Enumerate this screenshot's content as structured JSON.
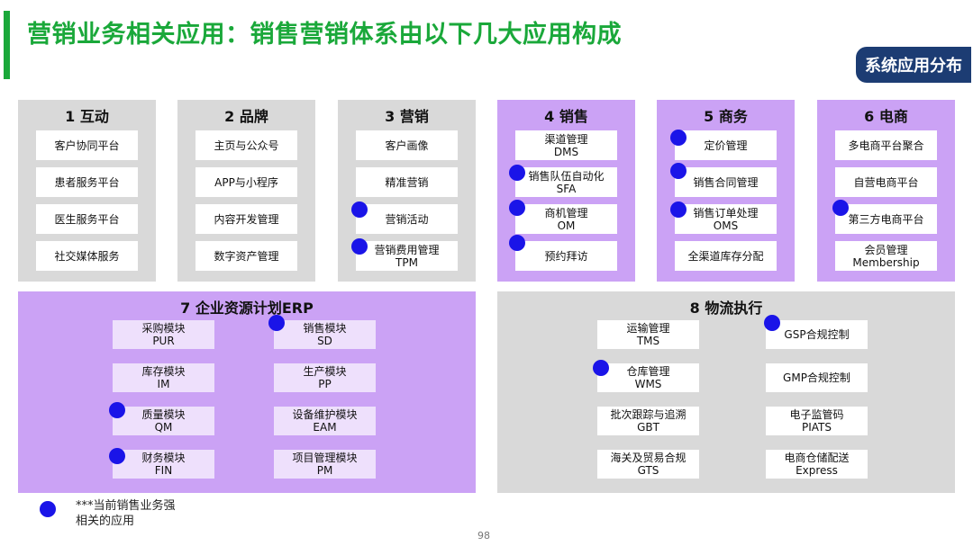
{
  "title": "营销业务相关应用：销售营销体系由以下几大应用构成",
  "badge": "系统应用分布",
  "colors": {
    "title_green": "#1aa83a",
    "badge_navy": "#1c3c73",
    "panel_gray": "#d9d9d9",
    "panel_purple": "#cba2f5",
    "dot_blue": "#1a14e8"
  },
  "panels": {
    "interaction": {
      "title": "1 互动",
      "items": [
        {
          "line1": "客户协同平台",
          "line2": ""
        },
        {
          "line1": "患者服务平台",
          "line2": ""
        },
        {
          "line1": "医生服务平台",
          "line2": ""
        },
        {
          "line1": "社交媒体服务",
          "line2": ""
        }
      ]
    },
    "brand": {
      "title": "2 品牌",
      "items": [
        {
          "line1": "主页与公众号",
          "line2": ""
        },
        {
          "line1": "APP与小程序",
          "line2": ""
        },
        {
          "line1": "内容开发管理",
          "line2": ""
        },
        {
          "line1": "数字资产管理",
          "line2": ""
        }
      ]
    },
    "marketing": {
      "title": "3 营销",
      "items": [
        {
          "line1": "客户画像",
          "line2": ""
        },
        {
          "line1": "精准营销",
          "line2": ""
        },
        {
          "line1": "营销活动",
          "line2": ""
        },
        {
          "line1": "营销费用管理",
          "line2": "TPM"
        }
      ]
    },
    "sales": {
      "title": "4 销售",
      "items": [
        {
          "line1": "渠道管理",
          "line2": "DMS"
        },
        {
          "line1": "销售队伍自动化",
          "line2": "SFA"
        },
        {
          "line1": "商机管理",
          "line2": "OM"
        },
        {
          "line1": "预约拜访",
          "line2": ""
        }
      ]
    },
    "commerce": {
      "title": "5 商务",
      "items": [
        {
          "line1": "定价管理",
          "line2": ""
        },
        {
          "line1": "销售合同管理",
          "line2": ""
        },
        {
          "line1": "销售订单处理",
          "line2": "OMS"
        },
        {
          "line1": "全渠道库存分配",
          "line2": ""
        }
      ]
    },
    "ecommerce": {
      "title": "6 电商",
      "items": [
        {
          "line1": "多电商平台聚合",
          "line2": ""
        },
        {
          "line1": "自营电商平台",
          "line2": ""
        },
        {
          "line1": "第三方电商平台",
          "line2": ""
        },
        {
          "line1": "会员管理",
          "line2": "Membership"
        }
      ]
    },
    "erp": {
      "title": "7 企业资源计划ERP",
      "items": [
        {
          "line1": "采购模块",
          "line2": "PUR"
        },
        {
          "line1": "销售模块",
          "line2": "SD"
        },
        {
          "line1": "库存模块",
          "line2": "IM"
        },
        {
          "line1": "生产模块",
          "line2": "PP"
        },
        {
          "line1": "质量模块",
          "line2": "QM"
        },
        {
          "line1": "设备维护模块",
          "line2": "EAM"
        },
        {
          "line1": "财务模块",
          "line2": "FIN"
        },
        {
          "line1": "项目管理模块",
          "line2": "PM"
        }
      ]
    },
    "logistics": {
      "title": "8 物流执行",
      "items": [
        {
          "line1": "运输管理",
          "line2": "TMS"
        },
        {
          "line1": "GSP合规控制",
          "line2": ""
        },
        {
          "line1": "仓库管理",
          "line2": "WMS"
        },
        {
          "line1": "GMP合规控制",
          "line2": ""
        },
        {
          "line1": "批次跟踪与追溯",
          "line2": "GBT"
        },
        {
          "line1": "电子监管码",
          "line2": "PIATS"
        },
        {
          "line1": "海关及贸易合规",
          "line2": "GTS"
        },
        {
          "line1": "电商仓储配送",
          "line2": "Express"
        }
      ]
    }
  },
  "legend": {
    "line1": "***当前销售业务强",
    "line2": "相关的应用"
  },
  "page_number": "98"
}
